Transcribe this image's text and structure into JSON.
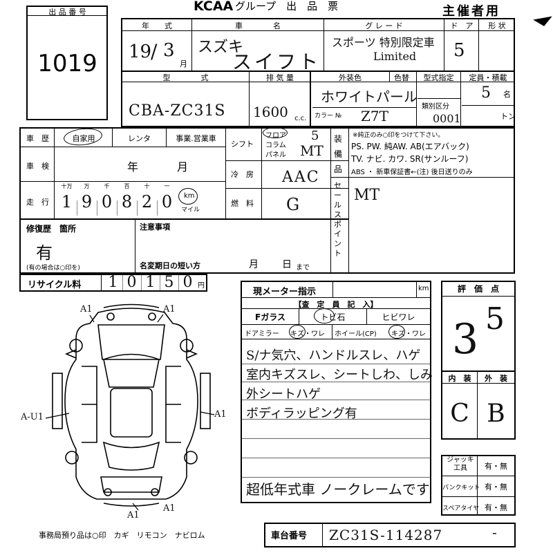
{
  "header": {
    "org": "KCAA",
    "group_title": "グループ　出　品　票",
    "organizer": "主催者用"
  },
  "lot": {
    "label": "出 品 番 号",
    "number": "1019"
  },
  "row1": {
    "year_label": "年　　式",
    "year_value": "19",
    "month_value": "3",
    "month_unit": "月",
    "maker_label": "車　　　　名",
    "maker_value": "スズキ",
    "model_value": "スイフト",
    "grade_label": "グ レ ー ド",
    "grade_value": "スポーツ 特別限定車",
    "grade_value2": "Limited",
    "door_label": "ド　ア",
    "door_value": "5",
    "shape_label": "形 状"
  },
  "row2": {
    "type_label": "型　　　　式",
    "type_value": "CBA-ZC31S",
    "disp_label": "排 気 量",
    "disp_value": "1600",
    "disp_unit": "c.c.",
    "color_label": "外装色",
    "color_no_label": "色替",
    "color_value": "ホワイトパール",
    "color_code_label": "カラー №",
    "color_code": "Z7T",
    "type_spec_label": "型式指定",
    "class_label": "類別区分",
    "class_value": "0001",
    "capacity_label": "定員・積載",
    "capacity_value": "5",
    "capacity_unit": "名",
    "ton_unit": "トン"
  },
  "history": {
    "label": "車　歴",
    "options": [
      "自家用",
      "レンタ",
      "事業.営業車"
    ],
    "selected": "自家用"
  },
  "inspection": {
    "label": "車　検",
    "year_unit": "年",
    "month_unit": "月"
  },
  "mileage": {
    "label": "走　行",
    "units": [
      "十万",
      "万",
      "千",
      "百",
      "十",
      "一"
    ],
    "digits": [
      "1",
      "9",
      "0",
      "8",
      "2",
      "0"
    ],
    "km": "km",
    "mile": "マイル"
  },
  "shift": {
    "label": "シフト",
    "options": [
      "フロア",
      "コラム",
      "パネル"
    ],
    "speed": "5",
    "value": "MT"
  },
  "aircon": {
    "label": "冷　房",
    "value": "AAC"
  },
  "fuel": {
    "label": "燃　料",
    "value": "G"
  },
  "equipment": {
    "label": "装備品",
    "note": "※純正のみ○印をつけて下さい。",
    "line1": "PS. PW. 純AW. AB(エアバック)",
    "line2": "TV. ナビ. カワ. SR(サンルーフ)",
    "line3": "ABS ・ 新車保証書←(注) 後日送りのみ"
  },
  "sales_point": {
    "label": "セールスポイント",
    "value": "MT"
  },
  "repair": {
    "label": "修復歴　箇所",
    "value": "有",
    "note": "(有の場合は○印を)"
  },
  "notes": {
    "label": "注意事項",
    "short_label": "名変期日の短い方",
    "month": "月",
    "day": "日",
    "until": "まで"
  },
  "recycle": {
    "label": "リサイクル料",
    "digits": [
      "1",
      "0",
      "1",
      "5",
      "0"
    ],
    "unit": "円"
  },
  "meter": {
    "label": "現メーター指示",
    "unit": "km"
  },
  "assessment": {
    "title": "【査　定　員　記　入】",
    "glass": "Fガラス",
    "tobi": "トビ石",
    "hibi": "ヒビワレ",
    "mirror": "ドアミラー",
    "mirror_opts": "キズ・ワレ",
    "wheel": "ホイール(CP)",
    "wheel_opts": "キズ・ワレ",
    "comments": [
      "S/ナ気穴、ハンドルスレ、ハゲ",
      "室内キズスレ、シートしわ、しみ",
      "外シートハゲ",
      "ボディラッピング有",
      "超低年式車 ノークレームです"
    ]
  },
  "score": {
    "label": "評　価　点",
    "value": "3.5",
    "interior_label": "内　装",
    "exterior_label": "外　装",
    "interior": "C",
    "exterior": "B"
  },
  "tools": {
    "jack": "ジャッキ 工具",
    "puncture": "パンクキット",
    "spare": "スペアタイヤ",
    "opts": "有・無"
  },
  "diagram": {
    "marks": [
      "A1",
      "A1",
      "A1",
      "A1",
      "A1"
    ],
    "a_left": "A-U1"
  },
  "footer": {
    "office_note": "事務局預り品は○印　カギ　リモコン　ナビロム",
    "chassis_label": "車台番号",
    "chassis_value": "ZC31S-114287"
  }
}
